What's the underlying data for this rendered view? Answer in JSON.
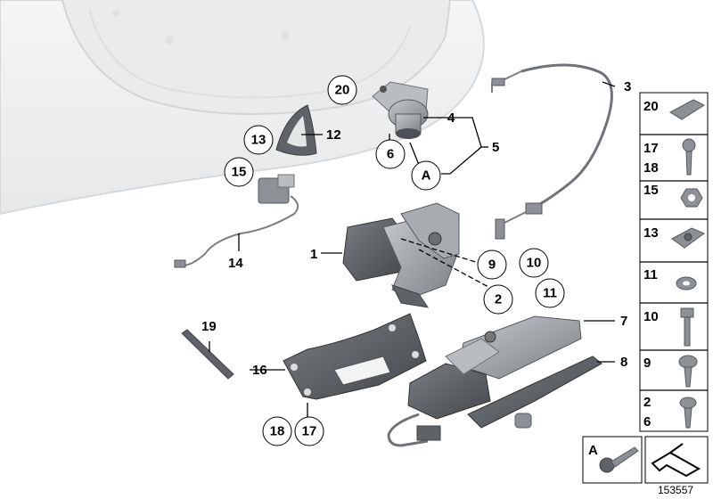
{
  "diagram_id": "153557",
  "main_labels": {
    "l1": "1",
    "l3": "3",
    "l4": "4",
    "l5": "5",
    "l7": "7",
    "l8": "8",
    "l12": "12",
    "l14": "14",
    "l16": "16",
    "l19": "19"
  },
  "circled_labels": {
    "c2": "2",
    "c6": "6",
    "c9": "9",
    "c10": "10",
    "c11": "11",
    "c13": "13",
    "c15": "15",
    "c17": "17",
    "c18": "18",
    "c20": "20",
    "cA": "A"
  },
  "side_panel": [
    {
      "a": "20",
      "b": ""
    },
    {
      "a": "17",
      "b": "18"
    },
    {
      "a": "15",
      "b": ""
    },
    {
      "a": "13",
      "b": ""
    },
    {
      "a": "11",
      "b": ""
    },
    {
      "a": "10",
      "b": ""
    },
    {
      "a": "9",
      "b": ""
    },
    {
      "a": "2",
      "b": "6"
    }
  ],
  "bottom_key_label": "A"
}
